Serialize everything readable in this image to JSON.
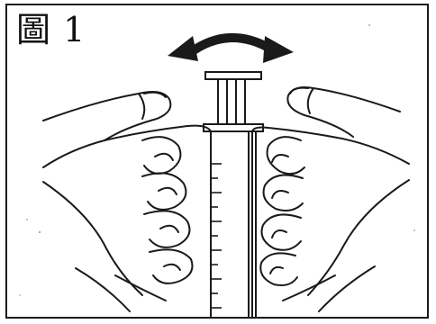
{
  "figure": {
    "label": "圖 1"
  },
  "icons": {
    "rotation_arrow": "double-headed-curved-arrow",
    "hands": "two-hands-holding-syringe",
    "syringe": "syringe"
  },
  "colors": {
    "ink": "#1a1a1a",
    "background": "#ffffff"
  }
}
